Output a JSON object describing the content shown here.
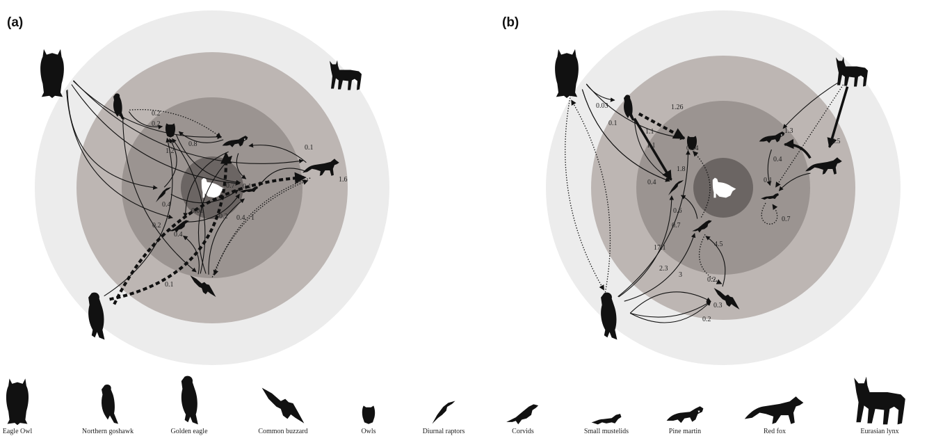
{
  "panels": [
    {
      "label": "(a)",
      "edges": [
        {
          "from": "eagle_owl",
          "to": "pine_marten",
          "style": "solid"
        },
        {
          "from": "eagle_owl",
          "to": "red_fox",
          "style": "solid"
        },
        {
          "from": "eagle_owl",
          "to": "small_mustelids",
          "style": "solid"
        },
        {
          "from": "eagle_owl",
          "to": "corvids",
          "style": "solid"
        },
        {
          "from": "goshawk",
          "to": "pine_marten",
          "style": "dotted"
        },
        {
          "from": "goshawk",
          "to": "owls",
          "style": "solid",
          "label": "0.2"
        },
        {
          "from": "pine_marten",
          "to": "owls",
          "style": "solid",
          "label": "0.2"
        },
        {
          "from": "red_fox",
          "to": "pine_marten",
          "style": "solid",
          "label": "0.1"
        },
        {
          "from": "owls",
          "to": "small_mustelids",
          "style": "solid",
          "label": "0.8"
        },
        {
          "from": "golden_eagle",
          "to": "pine_marten",
          "style": "dashed"
        },
        {
          "from": "golden_eagle",
          "to": "red_fox",
          "style": "dashed",
          "label": "1.6"
        },
        {
          "from": "golden_eagle",
          "to": "owls",
          "style": "solid"
        },
        {
          "from": "buzzard",
          "to": "red_fox",
          "style": "dotted"
        },
        {
          "from": "diurnal_raptors",
          "to": "owls",
          "style": "solid",
          "label": "1.2"
        },
        {
          "from": "red_fox",
          "to": "small_mustelids",
          "style": "solid",
          "label": "0.7"
        },
        {
          "from": "pine_marten",
          "to": "small_mustelids",
          "style": "solid",
          "label": "0.1"
        },
        {
          "from": "diurnal_raptors",
          "to": "small_mustelids",
          "style": "solid",
          "label": "0.4"
        },
        {
          "from": "corvids",
          "to": "small_mustelids",
          "style": "solid",
          "label": "0.01"
        },
        {
          "from": "buzzard",
          "to": "small_mustelids",
          "style": "solid",
          "label": "0.2"
        },
        {
          "from": "buzzard",
          "to": "pine_marten",
          "style": "solid",
          "label": "0.4"
        },
        {
          "from": "buzzard",
          "to": "owls",
          "style": "solid",
          "label": "1"
        },
        {
          "from": "pine_marten",
          "to": "corvids",
          "style": "solid",
          "label": "0.2"
        },
        {
          "from": "buzzard",
          "to": "corvids",
          "style": "solid",
          "label": "0.4"
        },
        {
          "from": "goshawk",
          "to": "buzzard",
          "style": "solid",
          "label": "0.1"
        },
        {
          "from": "red_fox",
          "to": "buzzard",
          "style": "dotted"
        },
        {
          "from": "eagle_owl",
          "to": "diurnal_raptors",
          "style": "solid"
        }
      ]
    },
    {
      "label": "(b)",
      "edges": [
        {
          "from": "eagle_owl",
          "to": "goshawk",
          "style": "solid",
          "label": "0.03"
        },
        {
          "from": "goshawk",
          "to": "owls",
          "style": "dashed",
          "label": "1.26"
        },
        {
          "from": "goshawk",
          "to": "diurnal_raptors",
          "style": "thick",
          "label": "1.1"
        },
        {
          "from": "eagle_owl",
          "to": "owls",
          "style": "solid",
          "label": "0.1"
        },
        {
          "from": "eagle_owl",
          "to": "diurnal_raptors",
          "style": "solid",
          "label": "1.1"
        },
        {
          "from": "golden_eagle",
          "to": "owls",
          "style": "solid",
          "label": "0.24"
        },
        {
          "from": "lynx",
          "to": "pine_marten",
          "style": "solid",
          "label": "1.3"
        },
        {
          "from": "lynx",
          "to": "red_fox",
          "style": "thick",
          "label": "2.5"
        },
        {
          "from": "lynx",
          "to": "small_mustelids",
          "style": "dotted"
        },
        {
          "from": "red_fox",
          "to": "pine_marten",
          "style": "thick",
          "label": "0.4"
        },
        {
          "from": "eagle_owl",
          "to": "diurnal_raptors",
          "style": "solid",
          "label": "1.8"
        },
        {
          "from": "goshawk",
          "to": "diurnal_raptors",
          "style": "solid",
          "label": "0.4"
        },
        {
          "from": "pine_marten",
          "to": "small_mustelids",
          "style": "solid",
          "label": "0.1"
        },
        {
          "from": "red_fox",
          "to": "small_mustelids",
          "style": "solid",
          "label": "0.7"
        },
        {
          "from": "small_mustelids",
          "to": "small_mustelids",
          "style": "dotted"
        },
        {
          "from": "corvids",
          "to": "diurnal_raptors",
          "style": "solid",
          "label": "0.7"
        },
        {
          "from": "corvids",
          "to": "owls",
          "style": "dotted",
          "label": "0.6"
        },
        {
          "from": "golden_eagle",
          "to": "corvids",
          "style": "solid",
          "label": "17.1"
        },
        {
          "from": "buzzard",
          "to": "corvids",
          "style": "solid",
          "label": "4.5"
        },
        {
          "from": "golden_eagle",
          "to": "buzzard",
          "style": "solid",
          "label": "2.3"
        },
        {
          "from": "golden_eagle",
          "to": "diurnal_raptors",
          "style": "solid",
          "label": "3"
        },
        {
          "from": "corvids",
          "to": "buzzard",
          "style": "dotted",
          "label": "0.2"
        },
        {
          "from": "golden_eagle",
          "to": "buzzard",
          "style": "solid",
          "label": "0.3"
        },
        {
          "from": "golden_eagle",
          "to": "buzzard",
          "style": "solid",
          "label": "0.2"
        },
        {
          "from": "eagle_owl",
          "to": "golden_eagle",
          "style": "dotted"
        },
        {
          "from": "golden_eagle",
          "to": "eagle_owl",
          "style": "dotted"
        }
      ]
    }
  ],
  "legend": [
    {
      "key": "eagle_owl",
      "name": "Eagle Owl",
      "icon": "eagle-owl-icon"
    },
    {
      "key": "goshawk",
      "name": "Northern goshawk",
      "icon": "goshawk-icon"
    },
    {
      "key": "golden_eagle",
      "name": "Golden eagle",
      "icon": "golden-eagle-icon"
    },
    {
      "key": "buzzard",
      "name": "Common buzzard",
      "icon": "buzzard-icon"
    },
    {
      "key": "owls",
      "name": "Owls",
      "icon": "owl-icon"
    },
    {
      "key": "diurnal_raptors",
      "name": "Diurnal raptors",
      "icon": "diurnal-raptor-icon"
    },
    {
      "key": "corvids",
      "name": "Corvids",
      "icon": "corvid-icon"
    },
    {
      "key": "small_mustelids",
      "name": "Small mustelids",
      "icon": "small-mustelid-icon"
    },
    {
      "key": "pine_marten",
      "name": "Pine martin",
      "icon": "pine-marten-icon"
    },
    {
      "key": "red_fox",
      "name": "Red fox",
      "icon": "red-fox-icon"
    },
    {
      "key": "lynx",
      "name": "Eurasian lynx",
      "icon": "lynx-icon"
    }
  ],
  "center_icon": "grouse-icon",
  "colors": {
    "ring_outer": "#ececec",
    "ring_2": "#bdb6b3",
    "ring_3": "#9b9491",
    "center": "#6b6563",
    "silhouette": "#111111",
    "grouse": "#ffffff"
  }
}
